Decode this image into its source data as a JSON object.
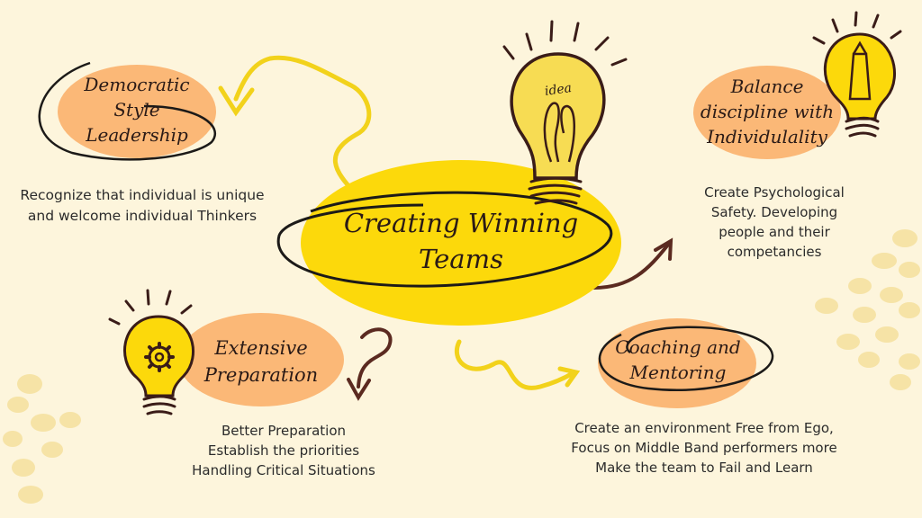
{
  "center": {
    "title_line1": "Creating Winning",
    "title_line2": "Teams"
  },
  "bulb_label": "idea",
  "nodes": {
    "democratic": {
      "title": [
        "Democratic",
        "Style",
        "Leadership"
      ],
      "body": [
        "Recognize that individual is unique",
        "and welcome individual Thinkers"
      ]
    },
    "balance": {
      "title": [
        "Balance",
        "discipline with",
        "Individulality"
      ],
      "body": [
        "Create Psychological",
        "Safety. Developing",
        "people and their",
        "competancies"
      ]
    },
    "extensive": {
      "title": [
        "Extensive",
        "Preparation"
      ],
      "body": [
        "Better Preparation",
        "Establish the priorities",
        "Handling Critical Situations"
      ]
    },
    "coaching": {
      "title": [
        "Coaching and",
        "Mentoring"
      ],
      "body": [
        "Create an environment Free from Ego,",
        "Focus on Middle Band performers more",
        "Make the team to Fail and Learn"
      ]
    }
  },
  "colors": {
    "background": "#fdf5dc",
    "center_fill": "#fcd90b",
    "node_fill": "#fbb877",
    "arrow_yellow": "#f2d21b",
    "arrow_brown": "#5b2a20",
    "dots": "#f6e3a6"
  }
}
